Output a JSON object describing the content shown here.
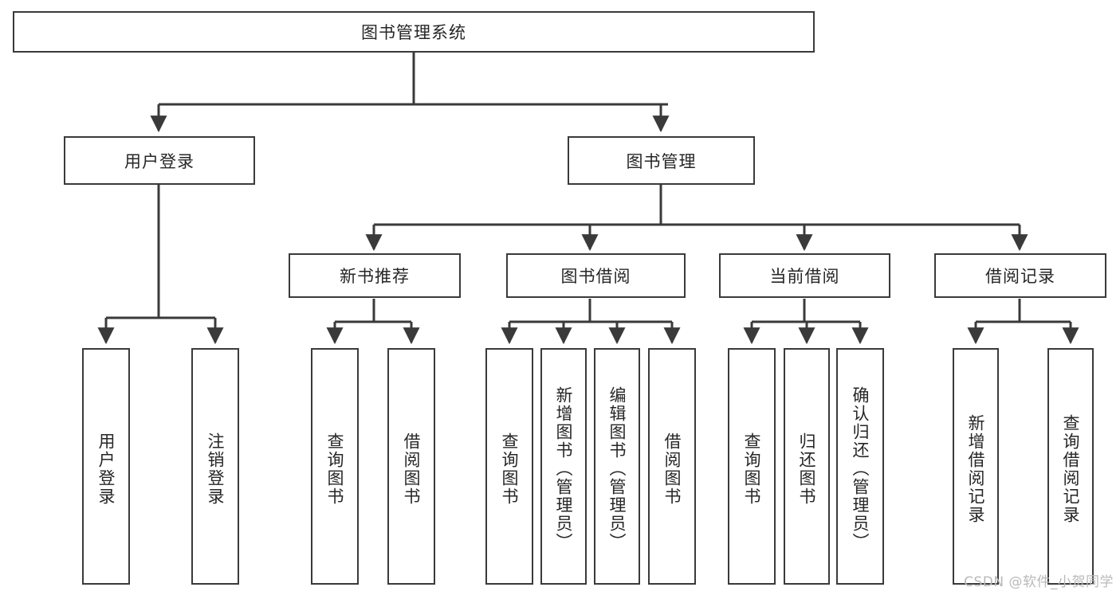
{
  "diagram": {
    "type": "tree",
    "title": "图书管理系统",
    "root": {
      "label": "图书管理系统"
    },
    "level2": [
      {
        "label": "用户登录"
      },
      {
        "label": "图书管理"
      }
    ],
    "level3": [
      {
        "label": "新书推荐"
      },
      {
        "label": "图书借阅"
      },
      {
        "label": "当前借阅"
      },
      {
        "label": "借阅记录"
      }
    ],
    "leaves": {
      "user_login": [
        {
          "label": "用户登录"
        },
        {
          "label": "注销登录"
        }
      ],
      "new_book_recommend": [
        {
          "label": "查询图书"
        },
        {
          "label": "借阅图书"
        }
      ],
      "book_borrow": [
        {
          "label": "查询图书"
        },
        {
          "label": "新增图书（管理员）"
        },
        {
          "label": "编辑图书（管理员）"
        },
        {
          "label": "借阅图书"
        }
      ],
      "current_borrow": [
        {
          "label": "查询图书"
        },
        {
          "label": "归还图书"
        },
        {
          "label": "确认归还（管理员）"
        }
      ],
      "borrow_record": [
        {
          "label": "新增借阅记录"
        },
        {
          "label": "查询借阅记录"
        }
      ]
    }
  },
  "watermark": {
    "text": "CSDN @软件_小贺同学"
  },
  "colors": {
    "stroke": "#3a3a3a",
    "text": "#262626",
    "background": "#ffffff",
    "watermark": "#b9b9b9"
  }
}
